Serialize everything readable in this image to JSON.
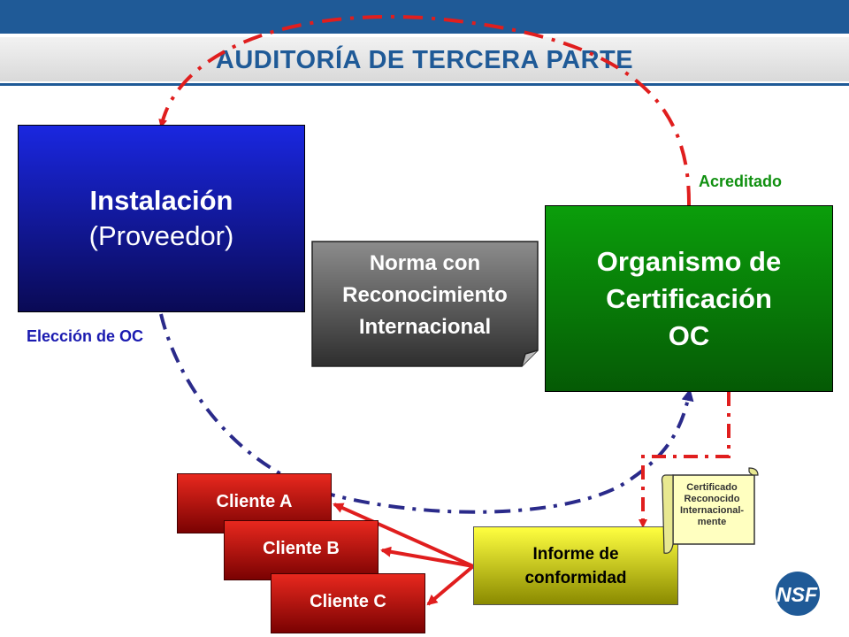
{
  "title": "AUDITORÍA DE TERCERA PARTE",
  "instalacion": {
    "line1": "Instalación",
    "line2": "(Proveedor)"
  },
  "norma": {
    "lines": [
      "Norma con",
      "Reconocimiento",
      "Internacional"
    ]
  },
  "organismo": {
    "lines": [
      "Organismo de",
      "Certificación",
      "OC"
    ]
  },
  "labels": {
    "acreditado": "Acreditado",
    "eleccion": "Elección de OC"
  },
  "clientes": [
    "Cliente A",
    "Cliente B",
    "Cliente C"
  ],
  "informe": {
    "lines": [
      "Informe de",
      "conformidad"
    ]
  },
  "certificado": {
    "lines": [
      "Certificado",
      "Reconocido",
      "Internacional-",
      "mente"
    ]
  },
  "logo": "NSF",
  "colors": {
    "brand_blue": "#1f5a97",
    "red": "#e01e1e",
    "green": "#0a8a0a",
    "navy": "#2a2a8a",
    "yellow": "#e8e800"
  }
}
